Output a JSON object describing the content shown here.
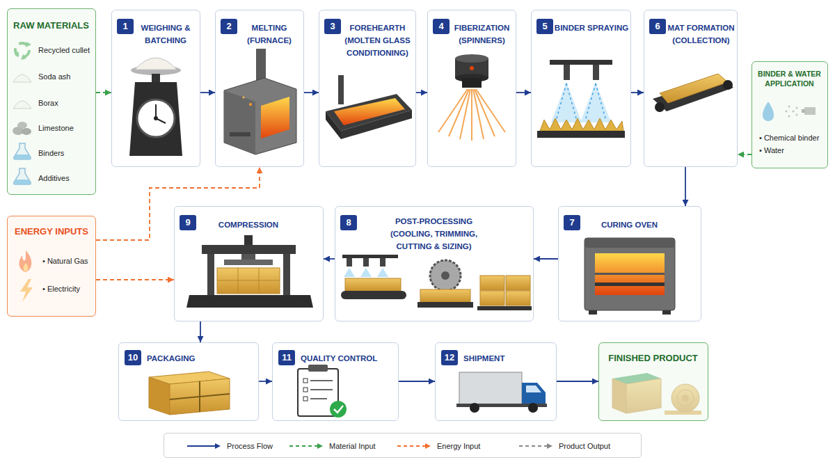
{
  "diagram": {
    "nodes": [
      {
        "text": [
          "RAW MATERIALS",
          "Recycled cullet",
          "Soda ash",
          "Borax",
          "Limestone",
          "Binders",
          "Additives"
        ]
      },
      {
        "text": [
          "1",
          "WEIGHING & BATCHING"
        ]
      },
      {
        "text": [
          "2",
          "MELTING (FURNACE)"
        ]
      },
      {
        "text": [
          "3",
          "FOREHEARTH (MOLTEN GLASS CONDITIONING)"
        ]
      },
      {
        "text": [
          "4",
          "FIBERIZATION (SPINNERS)"
        ]
      },
      {
        "text": [
          "5",
          "BINDER SPRAYING"
        ]
      },
      {
        "text": [
          "6",
          "MAT FORMATION (COLLECTION)"
        ]
      },
      {
        "text": [
          "BINDER & WATER APPLICATION",
          "• Chemical binder",
          "• Water"
        ]
      },
      {
        "text": [
          "ENERGY INPUTS",
          "• Natural Gas",
          "• Electricity"
        ]
      },
      {
        "text": [
          "9",
          "COMPRESSION"
        ]
      },
      {
        "text": [
          "8",
          "POST-PROCESSING (COOLING, TRIMMING, CUTTING & SIZING)"
        ]
      },
      {
        "text": [
          "7",
          "CURING OVEN"
        ]
      },
      {
        "text": [
          "10",
          "PACKAGING"
        ]
      },
      {
        "text": [
          "11",
          "QUALITY CONTROL"
        ]
      },
      {
        "text": [
          "12",
          "SHIPMENT"
        ]
      },
      {
        "text": [
          "FINISHED PRODUCT"
        ]
      }
    ],
    "edges": [
      {
        "from": 0,
        "to": 1,
        "arrow": "to"
      },
      {
        "from": 1,
        "to": 2,
        "arrow": "to"
      },
      {
        "from": 2,
        "to": 3,
        "arrow": "to"
      },
      {
        "from": 3,
        "to": 4,
        "arrow": "to"
      },
      {
        "from": 4,
        "to": 5,
        "arrow": "to"
      },
      {
        "from": 5,
        "to": 6,
        "arrow": "to"
      },
      {
        "from": 7,
        "to": 6,
        "arrow": "to"
      },
      {
        "from": 6,
        "to": 11,
        "arrow": "to"
      },
      {
        "from": 11,
        "to": 10,
        "arrow": "to"
      },
      {
        "from": 10,
        "to": 9,
        "arrow": "to"
      },
      {
        "from": 8,
        "to": 2,
        "arrow": "to"
      },
      {
        "from": 8,
        "to": 9,
        "arrow": "to"
      },
      {
        "from": 9,
        "to": 12,
        "arrow": "to"
      },
      {
        "from": 12,
        "to": 13,
        "arrow": "to"
      },
      {
        "from": 13,
        "to": 14,
        "arrow": "to"
      },
      {
        "from": 14,
        "to": 15,
        "arrow": "to"
      }
    ],
    "legend": [
      {
        "text": "Process Flow"
      },
      {
        "text": "Material Input"
      },
      {
        "text": "Energy Input"
      },
      {
        "text": "Product Output"
      }
    ]
  }
}
